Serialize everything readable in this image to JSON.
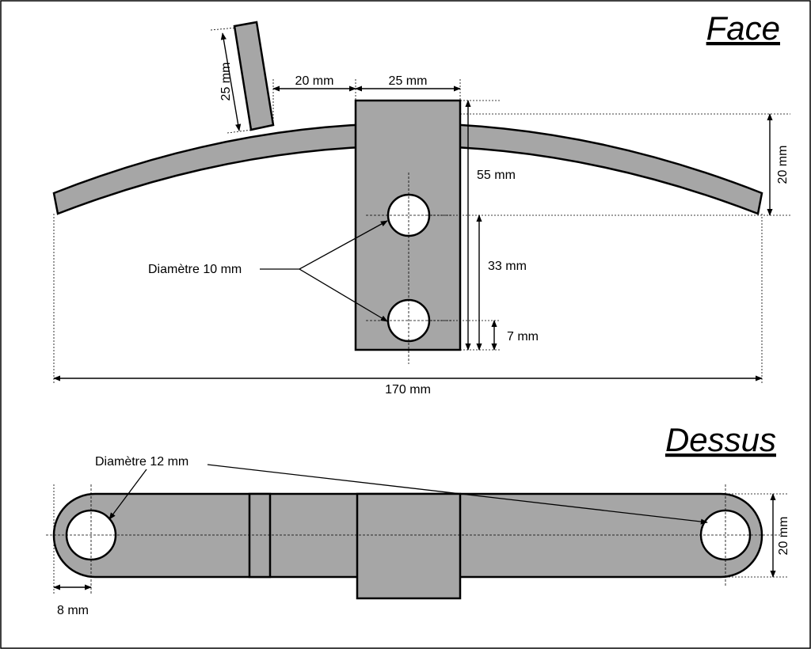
{
  "views": {
    "face": {
      "title": "Face",
      "dims": {
        "arm_length": "25 mm",
        "gap": "20 mm",
        "block_width": "25 mm",
        "height": "20 mm",
        "hole_top": "55 mm",
        "hole_spacing": "33 mm",
        "hole_bottom": "7 mm",
        "total_length": "170 mm"
      },
      "hole_label": "Diamètre 10 mm"
    },
    "dessus": {
      "title": "Dessus",
      "dims": {
        "width": "20 mm",
        "end_offset": "8 mm"
      },
      "hole_label": "Diamètre 12 mm"
    }
  },
  "colors": {
    "part_fill": "#a6a6a6",
    "stroke": "#000000",
    "background": "#ffffff"
  }
}
